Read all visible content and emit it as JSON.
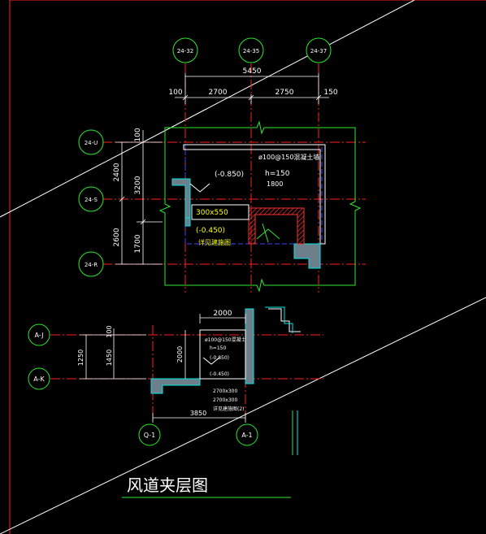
{
  "colors": {
    "background": "#000000",
    "grid_axis": "#ff2020",
    "outline": "#2ee82e",
    "dimension": "#ffffff",
    "wall_fill": "#6d7f8a",
    "wall_edge": "#00e6e6",
    "hatch": "#ff3030",
    "blue_dash": "#4040ff",
    "label_yellow": "#ffff00",
    "diagonal": "#ffffff"
  },
  "plan": {
    "grid_bubbles_top": [
      "24-32",
      "24-35",
      "24-37"
    ],
    "grid_bubbles_left": [
      "24-U",
      "24-S",
      "24-R"
    ],
    "top_dims": {
      "total": "5450",
      "left_edge": "100",
      "span1": "2700",
      "span2": "2750",
      "right_edge": "150"
    },
    "left_dims": {
      "outer_top": "2400",
      "outer_bottom": "2600",
      "inner_top": "3200",
      "inner_bottom": "1700",
      "edge": "100"
    },
    "labels": {
      "pipe_note": "ø100@150混凝土墙",
      "h_label": "h=150",
      "dim_1800": "1800",
      "elev_top": "(-0.850)",
      "opening": "300x550",
      "elev_bottom": "(-0.450)",
      "note_yellow": "详见建施图"
    }
  },
  "section": {
    "grid_bubbles_left": [
      "A-J",
      "A-K"
    ],
    "grid_bubbles_bottom": [
      "Q-1",
      "A-1"
    ],
    "dims": {
      "top": "2000",
      "left_outer": "1250",
      "left_inner_top": "100",
      "left_inner": "1450",
      "vertical": "2000",
      "bottom": "3850"
    },
    "labels": {
      "note1": "ø100@150混凝土",
      "note2": "h=150",
      "elev1": "(-0.850)",
      "elev2": "(-0.450)",
      "note3": "2700x300",
      "note4": "2700x300",
      "note5": "详见建施图(2)"
    }
  },
  "drawing_title": "风道夹层图"
}
